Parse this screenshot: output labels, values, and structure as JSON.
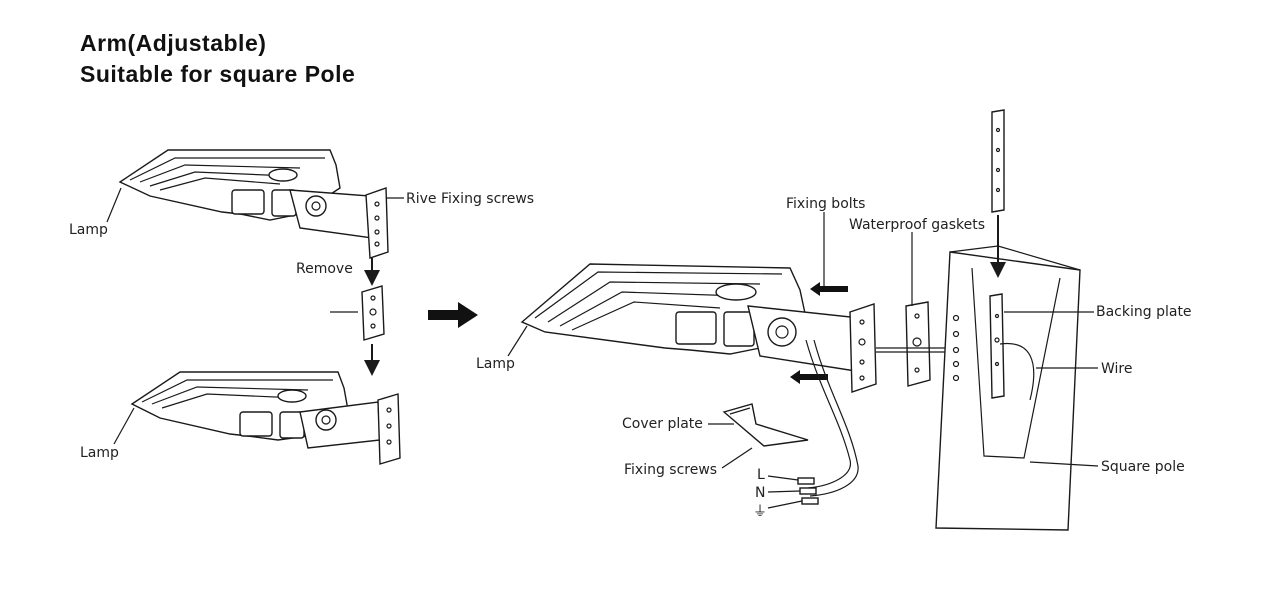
{
  "title": {
    "line1": "Arm(Adjustable)",
    "line2": "Suitable for square Pole"
  },
  "labels": {
    "lamp_top": "Lamp",
    "rive_fixing_screws": "Rive Fixing screws",
    "remove": "Remove",
    "lamp_bottom": "Lamp",
    "lamp_center": "Lamp",
    "fixing_bolts": "Fixing  bolts",
    "waterproof_gaskets": "Waterproof gaskets",
    "backing_plate": "Backing plate",
    "wire": "Wire",
    "square_pole": "Square pole",
    "cover_plate": "Cover plate",
    "fixing_screws": "Fixing screws",
    "wire_l": "L",
    "wire_n": "N",
    "ground_symbol": "⏚"
  }
}
